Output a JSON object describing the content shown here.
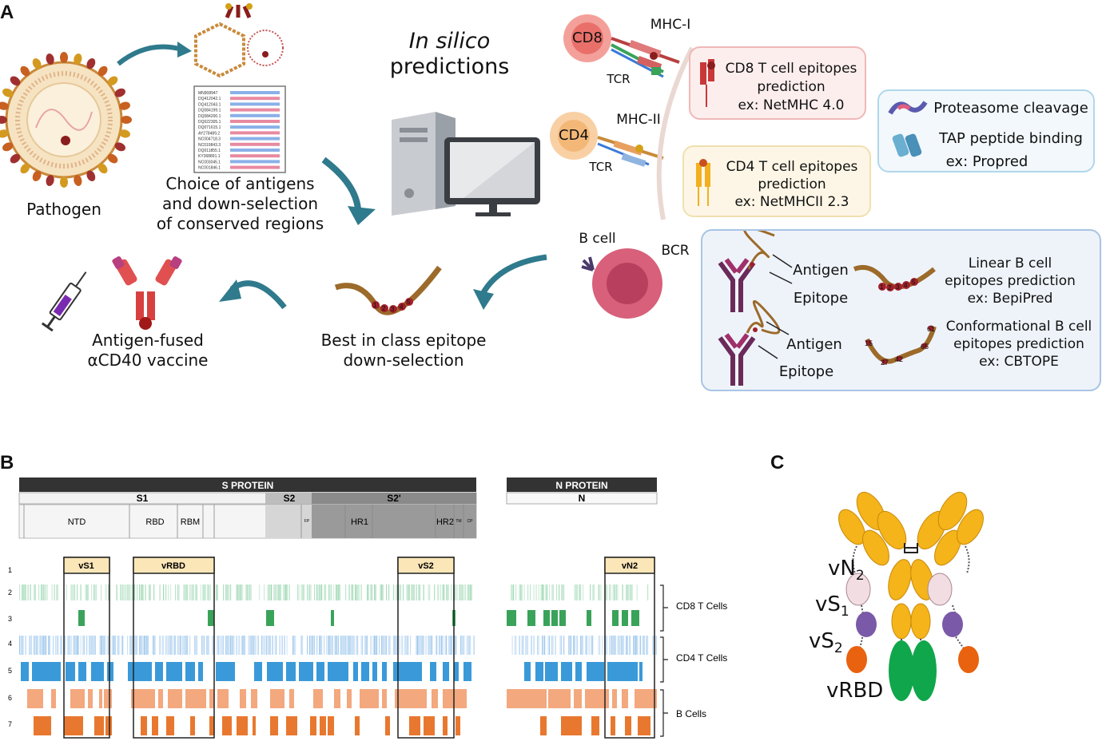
{
  "panels": {
    "a": "A",
    "b": "B",
    "c": "C"
  },
  "panel_a": {
    "pathogen": "Pathogen",
    "choice": [
      "Choice of antigens",
      "and  down-selection",
      "of conserved regions"
    ],
    "insilico": {
      "line1": "In silico",
      "line2": "predictions"
    },
    "alignment_ids": [
      "MN908947",
      "DQ412042.1",
      "DQ412043.1",
      "DQ084199.1",
      "DQ084200.1",
      "DQ022305.1",
      "DQ071615.1",
      "AY278489.2",
      "NC004718.3",
      "NC019843.3",
      "DQ011855.1",
      "KY368891.1",
      "NC003045.1",
      "NC001846.1"
    ],
    "cd8": "CD8",
    "cd4": "CD4",
    "mhc1": "MHC-I",
    "mhc2": "MHC-II",
    "tcr": "TCR",
    "bcell": "B cell",
    "bcr": "BCR",
    "cd8_box": [
      "CD8 T cell epitopes",
      "prediction",
      "ex: NetMHC 4.0"
    ],
    "cd4_box": [
      "CD4 T cell epitopes",
      "prediction",
      "ex: NetMHCII 2.3"
    ],
    "proteasome_box": [
      "Proteasome cleavage",
      "TAP peptide binding",
      "ex: Propred"
    ],
    "bcell_box": {
      "antigen": "Antigen",
      "epitope": "Epitope",
      "linear": [
        "Linear B cell",
        "epitopes prediction",
        "ex: BepiPred"
      ],
      "conf": [
        "Conformational B cell",
        "epitopes prediction",
        "ex: CBTOPE"
      ],
      "linear_nums": [
        "1",
        "2",
        "3",
        "4",
        "5"
      ],
      "conf_nums": [
        "61",
        "15",
        "65",
        "27",
        "42"
      ]
    },
    "vaccine": [
      "Antigen-fused",
      "αCD40 vaccine"
    ],
    "best": [
      "Best in class epitope",
      "down-selection"
    ],
    "epitope_nums": [
      "1",
      "2",
      "3",
      "4",
      "5"
    ],
    "colors": {
      "teal": "#2f7a8c",
      "cd8_fill": "#f4a09a",
      "cd4_fill": "#f8d0a4",
      "bcell_fill": "#c9506a",
      "epitope_rope": "#9c6a2a",
      "epitope_bead": "#a0202a"
    }
  },
  "panel_b": {
    "s_protein": "S PROTEIN",
    "n_protein": "N PROTEIN",
    "s1": "S1",
    "s2": "S2",
    "s2p": "S2'",
    "n": "N",
    "domains": [
      "NTD",
      "RBD",
      "RBM",
      "FP",
      "HR1",
      "HR2",
      "TM",
      "CP"
    ],
    "boxes": [
      "vS1",
      "vRBD",
      "vS2",
      "vN2"
    ],
    "rows": [
      "1",
      "2",
      "3",
      "4",
      "5",
      "6",
      "7"
    ],
    "groups": [
      "CD8 T Cells",
      "CD4 T Cells",
      "B Cells"
    ],
    "colors": {
      "header": "#333333",
      "cd8_light": "#9fd8b4",
      "cd8_dark": "#3aa35a",
      "cd4_light": "#9cc6ec",
      "cd4_dark": "#3a9ad9",
      "b_light": "#f3a87e",
      "b_dark": "#e8782f",
      "box_fill": "#fbe6b8"
    }
  },
  "panel_c": {
    "vn2": "vN",
    "vn2_sub": "2",
    "vs1": "vS",
    "vs1_sub": "1",
    "vs2": "vS",
    "vs2_sub": "2",
    "vrbd": "vRBD",
    "colors": {
      "fab": "#f4b41a",
      "vn2": "#f2dde2",
      "vs1": "#7a5aa8",
      "vs2": "#e8620f",
      "vrbd": "#10a64b"
    }
  }
}
